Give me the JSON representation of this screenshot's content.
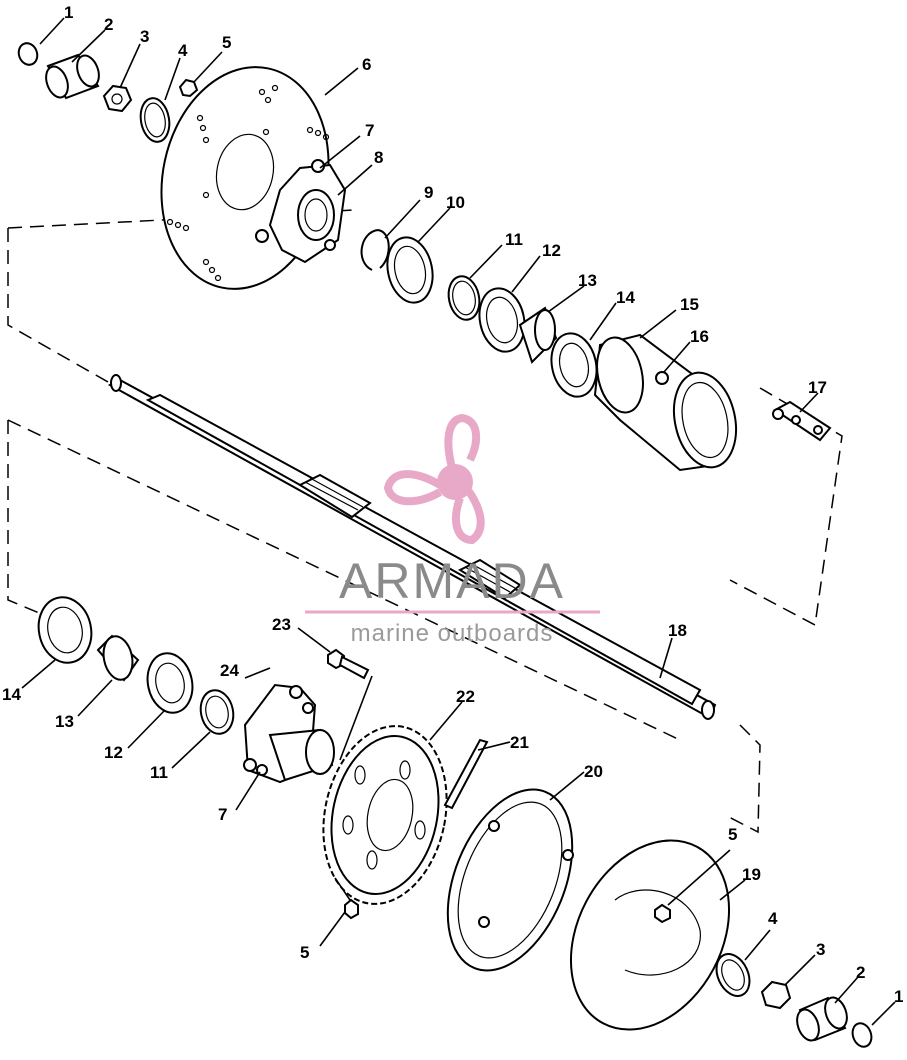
{
  "diagram": {
    "callouts": [
      "1",
      "2",
      "3",
      "4",
      "5",
      "6",
      "7",
      "8",
      "9",
      "10",
      "11",
      "12",
      "13",
      "14",
      "15",
      "16",
      "17",
      "18",
      "19",
      "20",
      "21",
      "22",
      "23",
      "24"
    ],
    "watermark": {
      "brand": "ARMADA",
      "tagline": "marine outboards",
      "logo_icon": "propeller-icon",
      "accent": "#e8a9c8"
    }
  }
}
